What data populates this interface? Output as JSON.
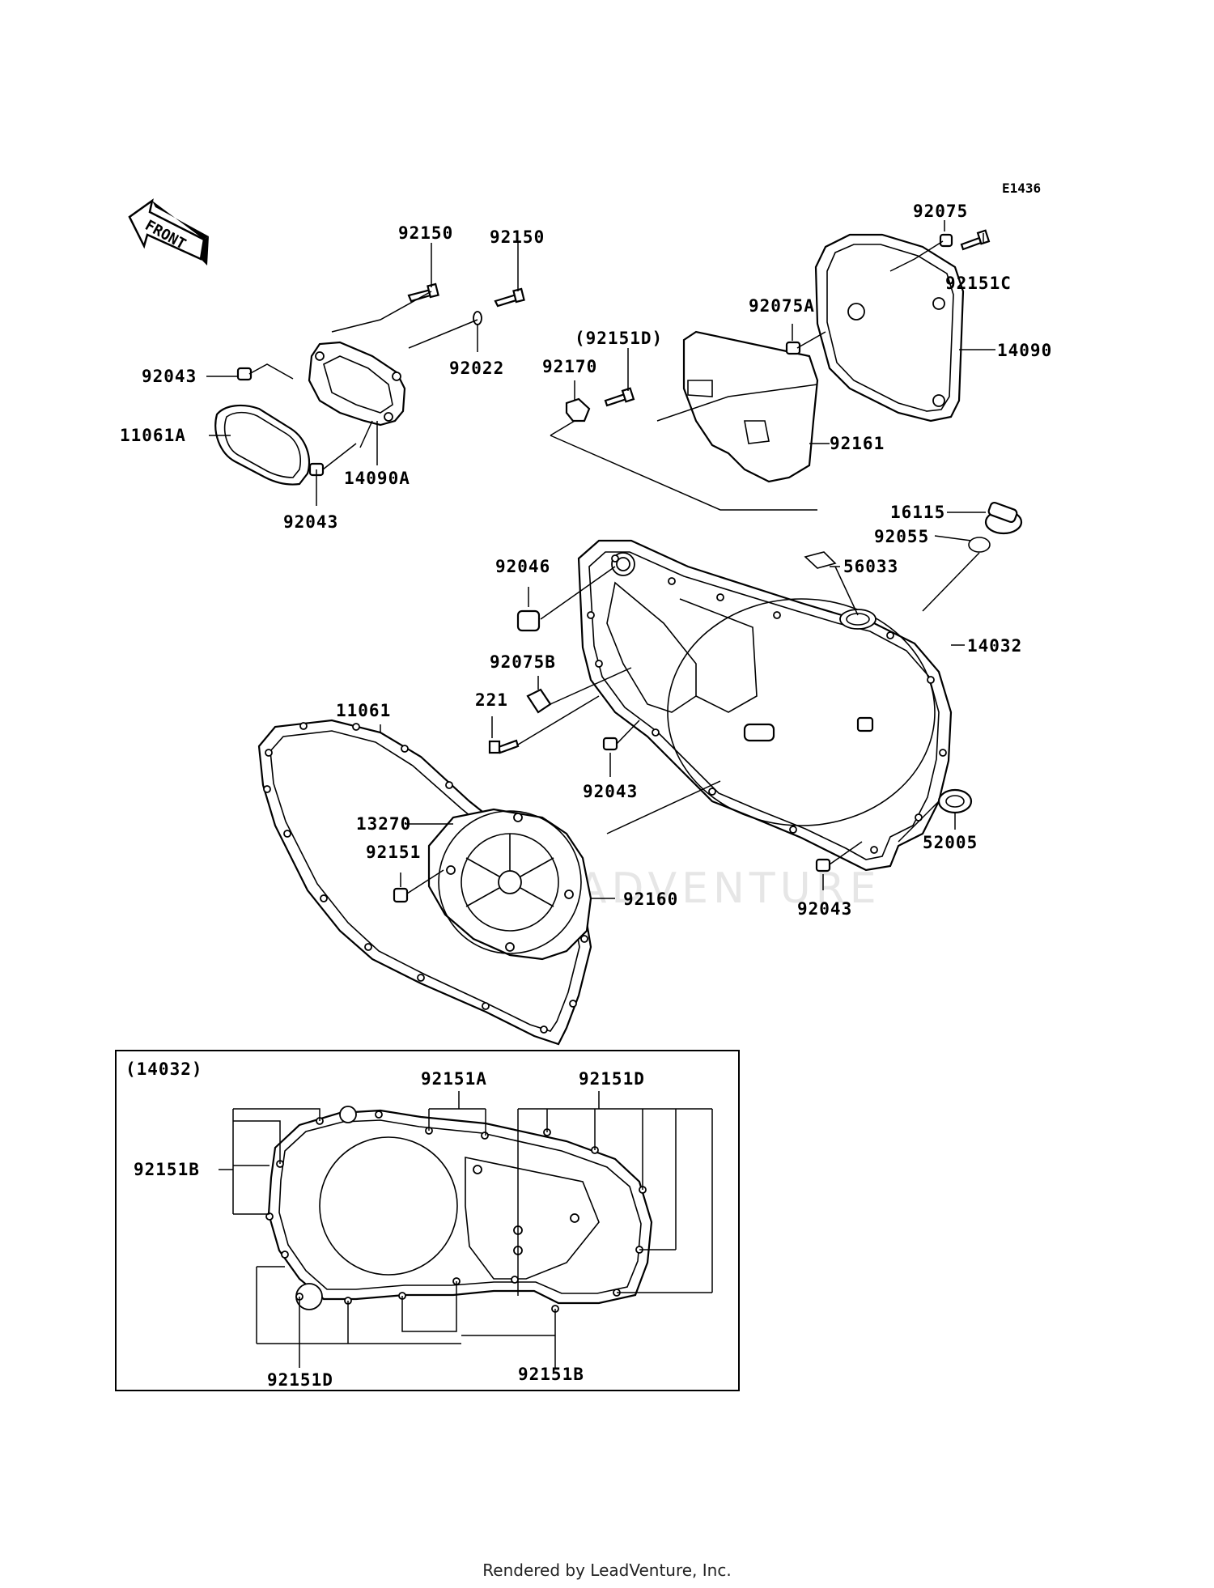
{
  "diagram_code": "E1436",
  "front_label": "FRONT",
  "watermark": "LEADVENTURE",
  "footer": "Rendered by LeadVenture, Inc.",
  "inset_title": "(14032)",
  "labels": {
    "p92150a": "92150",
    "p92150b": "92150",
    "p92022": "92022",
    "p92043a": "92043",
    "p11061A": "11061A",
    "p14090A": "14090A",
    "p92043b": "92043",
    "p92151Dp": "(92151D)",
    "p92170": "92170",
    "p92075": "92075",
    "p92151C": "92151C",
    "p92075A": "92075A",
    "p14090": "14090",
    "p92161": "92161",
    "p16115": "16115",
    "p92055": "92055",
    "p56033": "56033",
    "p92046": "92046",
    "p14032": "14032",
    "p92075B": "92075B",
    "p221": "221",
    "p11061": "11061",
    "p92043c": "92043",
    "p13270": "13270",
    "p92151": "92151",
    "p92160": "92160",
    "p52005": "52005",
    "p92043d": "92043",
    "i92151A": "92151A",
    "i92151D": "92151D",
    "i92151B": "92151B",
    "i92151D2": "92151D",
    "i92151B2": "92151B"
  }
}
